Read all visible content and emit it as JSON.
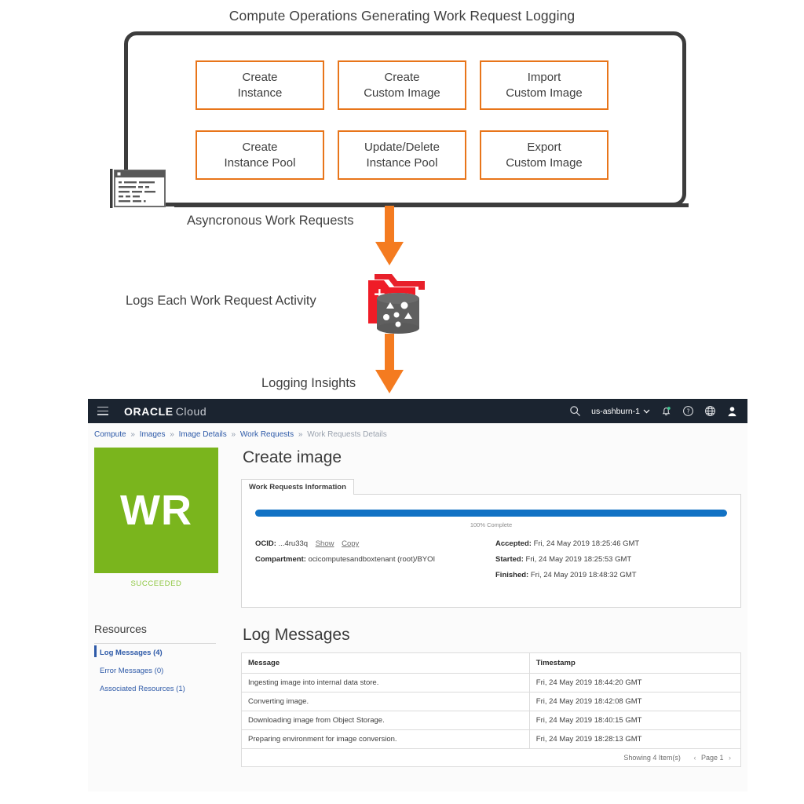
{
  "diagram": {
    "title": "Compute Operations Generating Work Request Logging",
    "operations": [
      {
        "line1": "Create",
        "line2": "Instance"
      },
      {
        "line1": "Create",
        "line2": "Custom Image"
      },
      {
        "line1": "Import",
        "line2": "Custom Image"
      },
      {
        "line1": "Create",
        "line2": "Instance Pool"
      },
      {
        "line1": "Update/Delete",
        "line2": "Instance Pool"
      },
      {
        "line1": "Export",
        "line2": "Custom Image"
      }
    ],
    "flow_labels": {
      "async": "Asyncronous Work Requests",
      "logs": "Logs Each Work Request Activity",
      "insights": "Logging Insights"
    },
    "icons": {
      "console": "console-window-icon",
      "logs": "log-folder-database-icon"
    },
    "colors": {
      "box_border": "#e8751a",
      "container_border": "#3c3c3c",
      "arrow": "#f47b20"
    }
  },
  "console": {
    "topbar": {
      "menu_icon": "hamburger-menu-icon",
      "brand_primary": "ORACLE",
      "brand_secondary": "Cloud",
      "search_icon": "search-icon",
      "region": "us-ashburn-1",
      "region_chevron": "chevron-down-icon",
      "notifications_icon": "bell-icon",
      "help_icon": "question-circle-icon",
      "language_icon": "globe-icon",
      "profile_icon": "user-avatar-icon"
    },
    "breadcrumb": {
      "items": [
        "Compute",
        "Images",
        "Image Details",
        "Work Requests"
      ],
      "current": "Work Requests Details",
      "separator": "»"
    },
    "badge": {
      "text": "WR",
      "status": "SUCCEEDED",
      "color": "#7ab51d",
      "status_color": "#8cc63e"
    },
    "resources": {
      "title": "Resources",
      "items": [
        {
          "label": "Log Messages (4)",
          "active": true
        },
        {
          "label": "Error Messages (0)",
          "active": false
        },
        {
          "label": "Associated Resources (1)",
          "active": false
        }
      ]
    },
    "page_title": "Create image",
    "tab": "Work Requests Information",
    "progress": {
      "percent": 100,
      "label": "100% Complete",
      "bar_color": "#1272c4"
    },
    "details": {
      "ocid_label": "OCID:",
      "ocid_value": "...4ru33q",
      "show_link": "Show",
      "copy_link": "Copy",
      "compartment_label": "Compartment:",
      "compartment_value": "ocicomputesandboxtenant (root)/BYOI",
      "accepted_label": "Accepted:",
      "accepted_value": "Fri, 24 May 2019 18:25:46 GMT",
      "started_label": "Started:",
      "started_value": "Fri, 24 May 2019 18:25:53 GMT",
      "finished_label": "Finished:",
      "finished_value": "Fri, 24 May 2019 18:48:32 GMT"
    },
    "log_messages": {
      "heading": "Log Messages",
      "columns": [
        "Message",
        "Timestamp"
      ],
      "rows": [
        [
          "Ingesting image into internal data store.",
          "Fri, 24 May 2019 18:44:20 GMT"
        ],
        [
          "Converting image.",
          "Fri, 24 May 2019 18:42:08 GMT"
        ],
        [
          "Downloading image from Object Storage.",
          "Fri, 24 May 2019 18:40:15 GMT"
        ],
        [
          "Preparing environment for image conversion.",
          "Fri, 24 May 2019 18:28:13 GMT"
        ]
      ],
      "footer": {
        "showing": "Showing 4 Item(s)",
        "prev_icon": "chevron-left-icon",
        "page": "Page 1",
        "next_icon": "chevron-right-icon"
      }
    }
  }
}
